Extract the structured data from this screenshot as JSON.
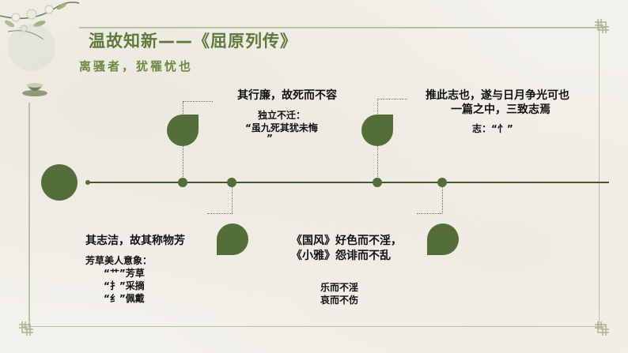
{
  "header": {
    "title": "温故知新——《屈原列传》",
    "subtitle": "离骚者，犹罹忧也"
  },
  "timeline": {
    "node1": {
      "heading": "其行廉，故死而不容",
      "line1": "独立不迁：",
      "line2": "“虽九死其犹未悔",
      "line3": "”"
    },
    "node2": {
      "heading": "其志洁，故其称物芳",
      "line1": "芳草美人意象：",
      "line2": "“艹”芳草",
      "line3": "“扌”采摘",
      "line4": "“纟”佩戴"
    },
    "node3": {
      "heading1": "推此志也，遂与日月争光可也",
      "heading2": "一篇之中，三致志焉",
      "line1": "志：“忄”"
    },
    "node4": {
      "heading1": "《国风》好色而不淫，",
      "heading2": "《小雅》怨诽而不乱",
      "line1": "乐而不淫",
      "line2": "哀而不伤"
    }
  },
  "colors": {
    "accent": "#546e39",
    "title": "#5d7a3a",
    "frame": "#b9c3a4"
  }
}
